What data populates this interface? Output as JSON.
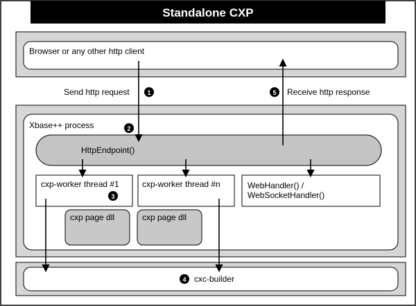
{
  "diagram": {
    "title": "Standalone CXP",
    "client": "Browser or any other http client",
    "send_label": "Send http request",
    "receive_label": "Receive http response",
    "process_label": "Xbase++ process",
    "endpoint": "HttpEndpoint()",
    "worker1": "cxp-worker thread #1",
    "workern": "cxp-worker thread #n",
    "handler_line1": "WebHandler() /",
    "handler_line2": "WebSocketHandler()",
    "dll1": "cxp page dll",
    "dll2": "cxp page dll",
    "builder": "cxc-builder",
    "steps": [
      "1",
      "2",
      "3",
      "4",
      "5"
    ]
  },
  "colors": {
    "title_bg": "#000000",
    "title_text": "#ffffff",
    "panel_gray": "#d6d6d6",
    "endpoint_gray": "#c4c4c4",
    "dll_gray": "#c8c8c8",
    "box_white": "#ffffff",
    "stroke": "#000000"
  }
}
